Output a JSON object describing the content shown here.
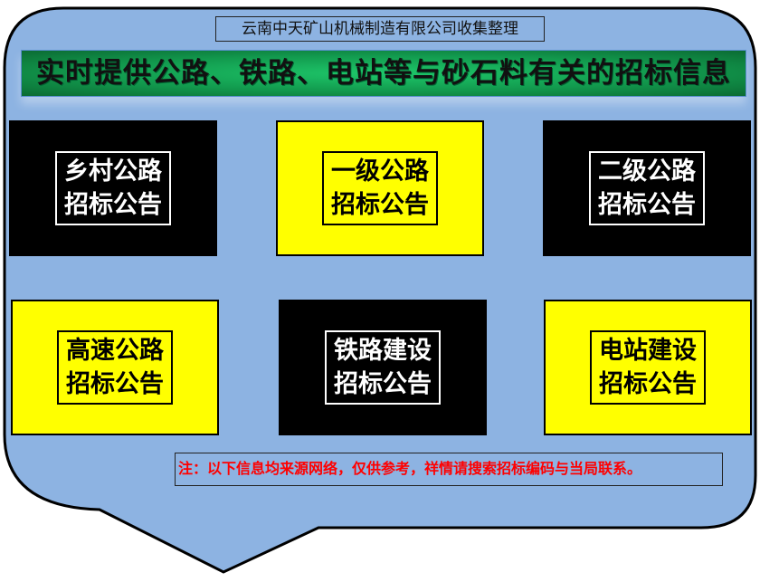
{
  "source_label": "云南中天矿山机械制造有限公司收集整理",
  "banner_title": "实时提供公路、铁路、电站等与砂石料有关的招标信息",
  "cards": [
    {
      "line1": "乡村公路",
      "line2": "招标公告",
      "style": "black"
    },
    {
      "line1": "一级公路",
      "line2": "招标公告",
      "style": "yellow"
    },
    {
      "line1": "二级公路",
      "line2": "招标公告",
      "style": "black"
    },
    {
      "line1": "高速公路",
      "line2": "招标公告",
      "style": "yellow"
    },
    {
      "line1": "铁路建设",
      "line2": "招标公告",
      "style": "black"
    },
    {
      "line1": "电站建设",
      "line2": "招标公告",
      "style": "yellow"
    }
  ],
  "note": "注：以下信息均来源网络，仅供参考，祥情请搜索招标编码与当局联系。",
  "colors": {
    "callout_fill": "#8db3e2",
    "banner_green": "#129a4e",
    "yellow": "#ffff00",
    "note_red": "#ff0000"
  }
}
